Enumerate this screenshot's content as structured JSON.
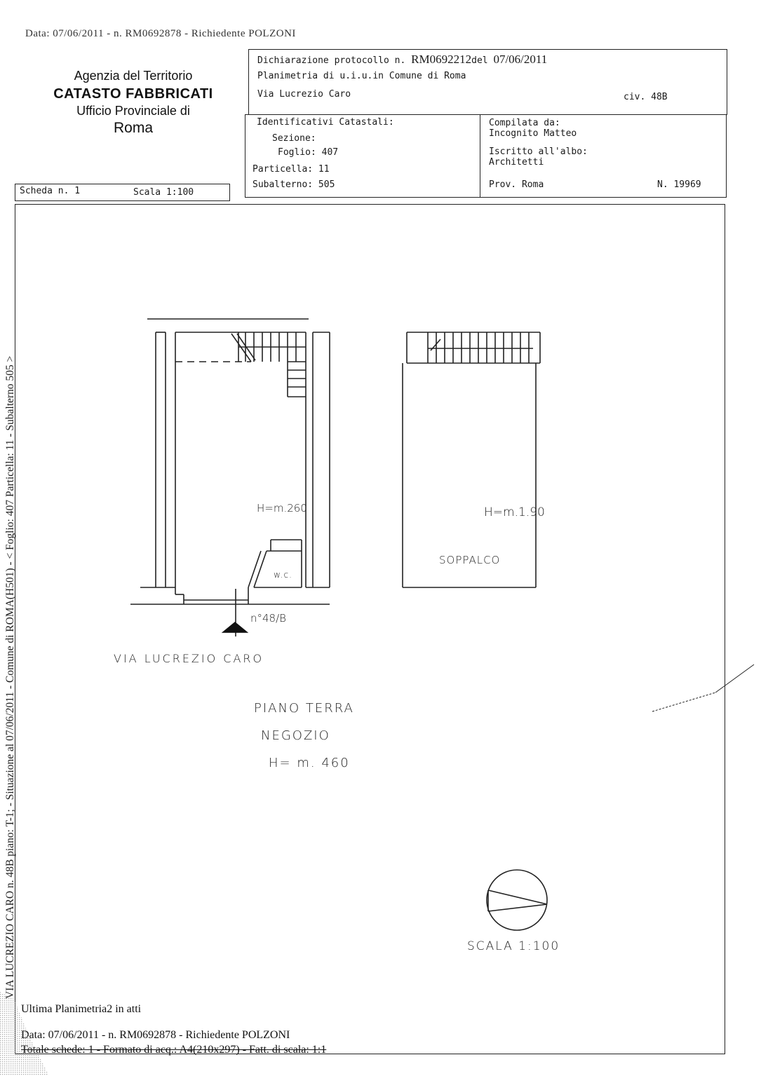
{
  "header": {
    "top_cut_line": "Data: 07/06/2011 - n. RM0692878 - Richiedente POLZONI",
    "agency": {
      "line1": "Agenzia del Territorio",
      "line2": "CATASTO FABBRICATI",
      "line3": "Ufficio Provinciale di",
      "line4": "Roma"
    },
    "declaration": {
      "label": "Dichiarazione protocollo n.",
      "number": "RM0692212",
      "del_label": "del",
      "date": "07/06/2011",
      "planimetry": "Planimetria di u.i.u.in Comune di Roma",
      "street": "Via Lucrezio Caro",
      "civic": "civ. 48B"
    },
    "identifiers": {
      "title": "Identificativi Catastali:",
      "sezione": "Sezione:",
      "foglio": "Foglio: 407",
      "particella": "Particella: 11",
      "subalterno": "Subalterno: 505"
    },
    "compiler": {
      "compilata_da": "Compilata da:",
      "name": "Incognito Matteo",
      "iscritto": "Iscritto all'albo:",
      "albo": "Architetti",
      "prov": "Prov. Roma",
      "number": "N. 19969"
    },
    "scheda": "Scheda n. 1",
    "scala": "Scala 1:100"
  },
  "drawing": {
    "ground_height": "H=m.260",
    "wc": "w.c.",
    "entrance": "n°48/B",
    "street_label": "VIA LUCREZIO CARO",
    "mezzanine_height": "H=m.1.90",
    "mezzanine_label": "SOPPALCO",
    "floor_label": "PIANO TERRA",
    "use_label": "NEGOZIO",
    "total_height": "H= m. 460",
    "scale_label": "SCALA 1:100"
  },
  "side_text": "VIA LUCREZIO CARO n. 48B piano: T-1; - Situazione al 07/06/2011 - Comune di ROMA(H501) - < Foglio: 407 Particella: 11 - Subalterno 505 >",
  "footer": {
    "line1": "Ultima Planimetria2 in atti",
    "line2": "Data: 07/06/2011 - n. RM0692878 - Richiedente POLZONI",
    "line3": "Totale schede: 1 - Formato di acq.: A4(210x297) - Fatt. di scala: 1:1"
  }
}
